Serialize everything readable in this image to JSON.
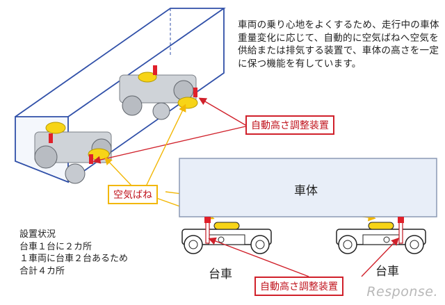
{
  "description": "車両の乗り心地をよくするため、走行中の車体重量変化に応じて、自動的に空気ばねへ空気を供給または排気する装置で、車体の高さを一定に保つ機能を有しています。",
  "labels": {
    "leveling_valve_top": "自動高さ調整装置",
    "air_spring": "空気ばね",
    "car_body": "車体",
    "bogie_left": "台車",
    "bogie_right": "台車",
    "leveling_valve_bottom": "自動高さ調整装置"
  },
  "installation": {
    "title": "設置状況",
    "lines": [
      "台車１台に２カ所",
      "１車両に台車２台あるため",
      "合計４カ所"
    ]
  },
  "watermark": "Response.",
  "colors": {
    "box_outline": "#2f4fa8",
    "callout_red": "#d0202a",
    "callout_yellow": "#f2b705",
    "air_spring": "#f7d417",
    "valve": "#e0202a",
    "body_fill": "#e8eef8"
  }
}
